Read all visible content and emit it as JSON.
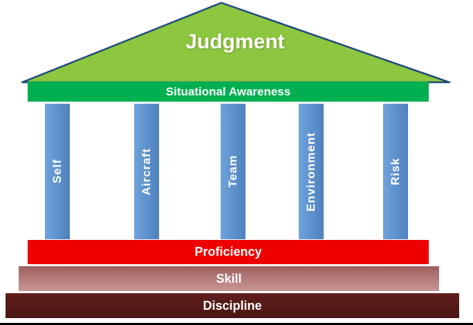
{
  "diagram": {
    "title": "Judgment temple diagram",
    "roof": {
      "label": "Judgment",
      "fill": "#8DC63F",
      "stroke": "#1F497D"
    },
    "beam": {
      "label": "Situational Awareness",
      "fill": "#00B050"
    },
    "pillar_color": "#4F81BD",
    "pillars": [
      {
        "label": "Self"
      },
      {
        "label": "Aircraft"
      },
      {
        "label": "Team"
      },
      {
        "label": "Environment"
      },
      {
        "label": "Risk"
      }
    ],
    "bars": [
      {
        "label": "Proficiency",
        "fill": "#EE0000"
      },
      {
        "label": "Skill",
        "fill": "#B27472"
      },
      {
        "label": "Discipline",
        "fill": "#561C19"
      }
    ]
  }
}
